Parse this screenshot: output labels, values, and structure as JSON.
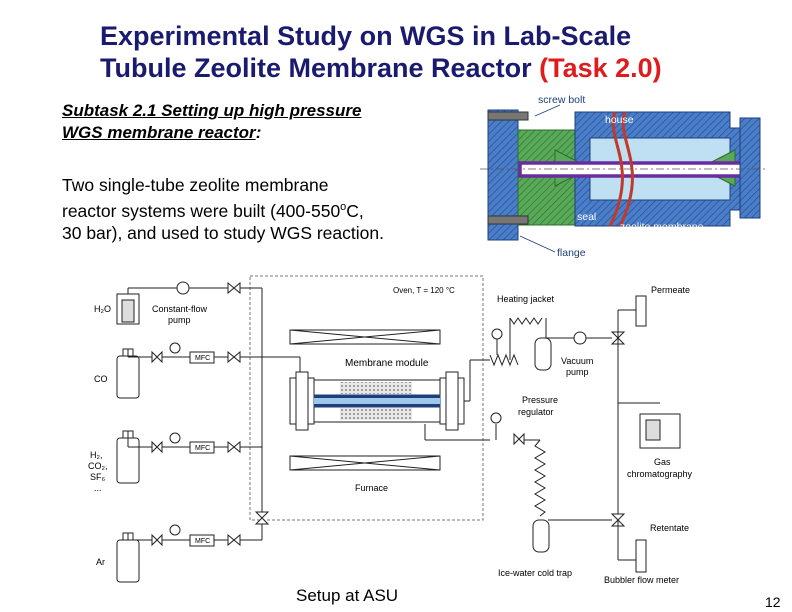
{
  "title": {
    "line1": "Experimental Study on WGS in Lab-Scale",
    "line2_prefix": "Tubule Zeolite Membrane Reactor ",
    "line2_task": "(Task 2.0)"
  },
  "subtask": {
    "heading_line1": "Subtask 2.1 Setting up high pressure",
    "heading_line2": "WGS membrane reactor",
    "heading_colon": ":"
  },
  "body": {
    "line1": "Two single-tube zeolite membrane",
    "line2_pre": "reactor systems were built (400-550",
    "line2_sup": "o",
    "line2_post": "C,",
    "line3": "30 bar), and used to study WGS reaction."
  },
  "reactor_diagram": {
    "screw_bolt": "screw bolt",
    "house": "house",
    "seal": "seal",
    "zeolite_membrane": "zeolite membrane",
    "flange": "flange"
  },
  "flow_diagram": {
    "h2o": "H₂O",
    "constant_flow_pump_1": "Constant-flow",
    "constant_flow_pump_2": "pump",
    "co": "CO",
    "h2_line1": "H₂,",
    "h2_line2": "CO₂,",
    "h2_line3": "SF₆",
    "h2_line4": "...",
    "ar": "Ar",
    "mfc": "MFC",
    "oven": "Oven, T = 120 °C",
    "membrane_module": "Membrane module",
    "furnace": "Furnace",
    "heating_jacket": "Heating jacket",
    "vacuum_pump_1": "Vacuum",
    "vacuum_pump_2": "pump",
    "pressure_regulator_1": "Pressure",
    "pressure_regulator_2": "regulator",
    "permeate": "Permeate",
    "gas_chromatography_1": "Gas",
    "gas_chromatography_2": "chromatography",
    "retentate": "Retentate",
    "ice_water_cold_trap": "Ice-water cold trap",
    "bubbler_flow_meter": "Bubbler flow meter"
  },
  "footer": {
    "setup_label": "Setup at ASU",
    "page_number": "12"
  },
  "colors": {
    "title_blue": "#1a1a6e",
    "task_red": "#e01b1b",
    "steel_blue": "#4a7ec9",
    "seal_green": "#5aa85a",
    "membrane_purple": "#6a2ca0",
    "light_blue": "#bfe0f2"
  }
}
